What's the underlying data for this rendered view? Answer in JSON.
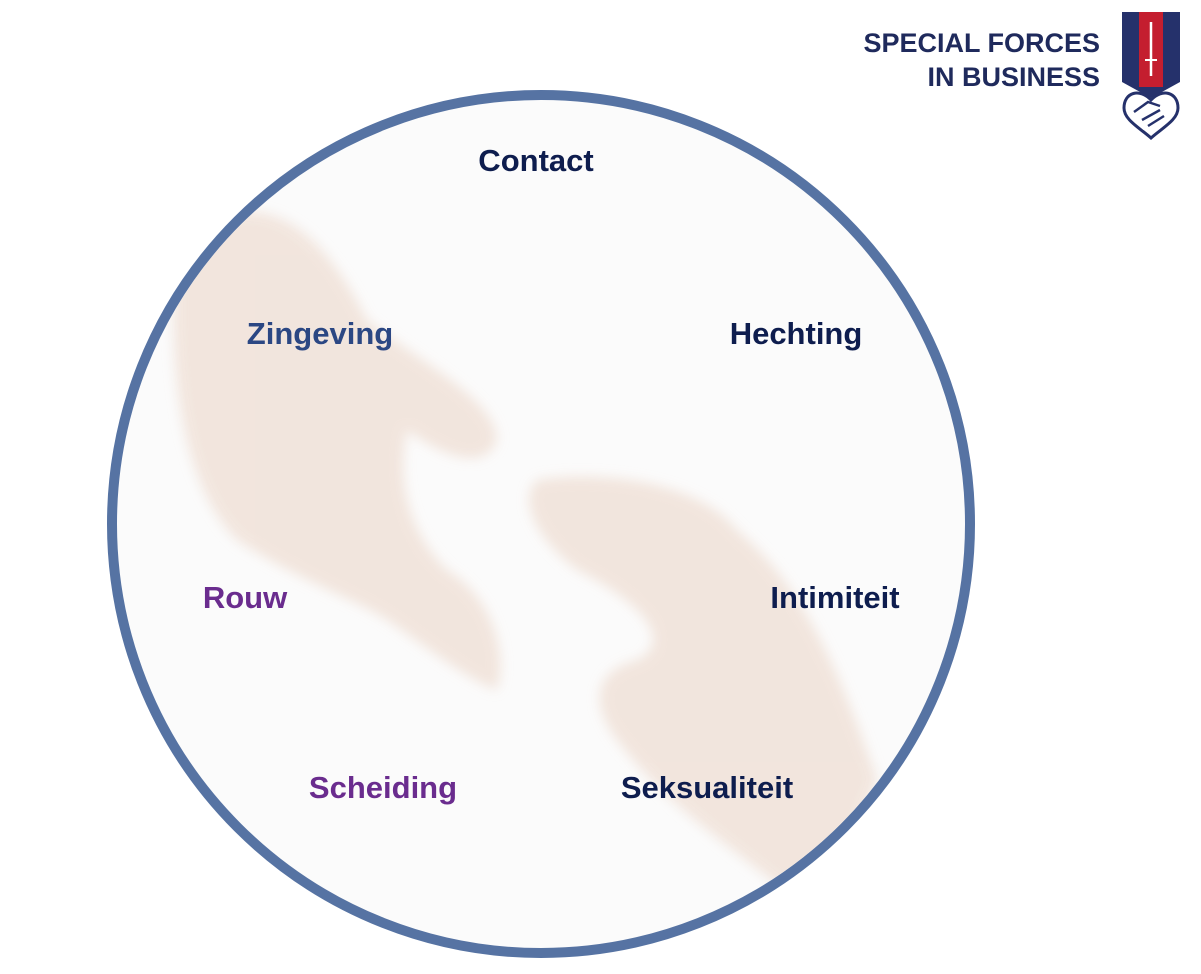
{
  "logo": {
    "line1": "SPECIAL FORCES",
    "line2": "IN BUSINESS"
  },
  "labels": {
    "contact": "Contact",
    "zingeving": "Zingeving",
    "hechting": "Hechting",
    "rouw": "Rouw",
    "intimiteit": "Intimiteit",
    "scheiding": "Scheiding",
    "seksualiteit": "Seksualiteit"
  },
  "colors": {
    "ring": "#5673a3",
    "navy": "#0e1d4e",
    "blue": "#2b4783",
    "purple": "#6a2c8e",
    "logo_red": "#c41e2f"
  }
}
